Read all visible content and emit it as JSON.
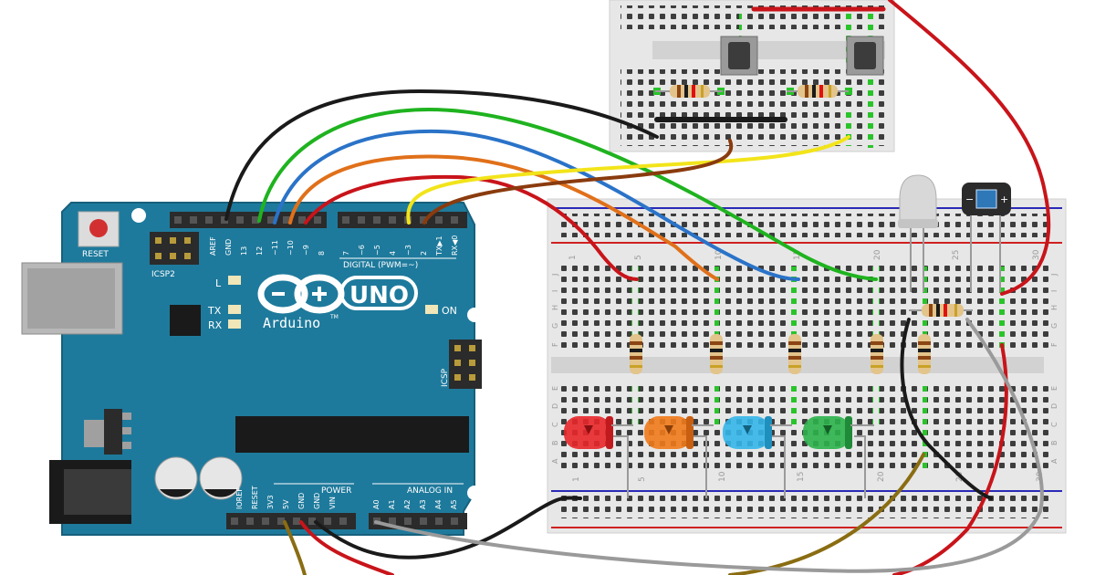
{
  "board": {
    "reset_label": "RESET",
    "icsp2_label": "ICSP2",
    "icsp_label": "ICSP",
    "l_label": "L",
    "tx_label": "TX",
    "rx_label": "RX",
    "on_label": "ON",
    "brand": "Arduino",
    "trademark": "TM",
    "model": "UNO",
    "digital_label": "DIGITAL (PWM=~)",
    "power_label": "POWER",
    "analog_label": "ANALOG IN",
    "digital_pins": [
      "AREF",
      "GND",
      "13",
      "12",
      "~11",
      "~10",
      "~9",
      "8",
      "7",
      "~6",
      "~5",
      "4",
      "~3",
      "2",
      "TX▶1",
      "RX◀0"
    ],
    "power_pins": [
      "IOREF",
      "RESET",
      "3V3",
      "5V",
      "GND",
      "GND",
      "VIN"
    ],
    "analog_pins": [
      "A0",
      "A1",
      "A2",
      "A3",
      "A4",
      "A5"
    ],
    "colors": {
      "board": "#1e7a9c",
      "board_edge": "#17607c",
      "header": "#2b2b2b"
    }
  },
  "breadboard": {
    "column_numbers": [
      "1",
      "5",
      "10",
      "15",
      "20",
      "25",
      "30"
    ],
    "row_letters_top": [
      "J",
      "I",
      "H",
      "G",
      "F"
    ],
    "row_letters_bottom": [
      "E",
      "D",
      "C",
      "B",
      "A"
    ]
  },
  "sensor": {
    "symbol_minus": "−",
    "symbol_plus": "+"
  },
  "leds": [
    {
      "name": "red",
      "color": "#e8262a"
    },
    {
      "name": "orange",
      "color": "#f07a1a"
    },
    {
      "name": "blue",
      "color": "#34b6ea"
    },
    {
      "name": "green",
      "color": "#2bb24a"
    }
  ],
  "wires": {
    "black": "#1a1a1a",
    "green": "#1fb31f",
    "blue": "#2a73c8",
    "orange": "#e0701a",
    "red": "#c8141a",
    "yellow": "#f2e41a",
    "brown": "#8a3b0e",
    "gray": "#9a9a9a",
    "olive": "#8a6d12"
  }
}
